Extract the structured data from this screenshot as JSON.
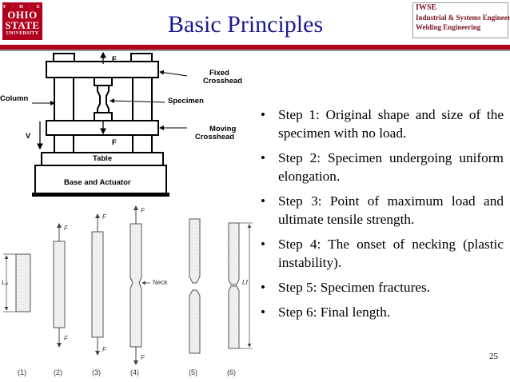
{
  "header": {
    "logo": {
      "line0": "T · H · E",
      "line1": "OHIO",
      "line2": "STATE",
      "line3": "UNIVERSITY"
    },
    "title": "Basic Principles",
    "dept": {
      "line1": "IWSE",
      "line2": "Industrial & Systems Engineering",
      "line3": "Welding Engineering"
    },
    "colors": {
      "brand_red": "#b0001e",
      "title_blue": "#1a1a8c"
    }
  },
  "figure": {
    "top_labels": {
      "force_top": "F",
      "force_bottom": "F",
      "fixed_crosshead": "Fixed\nCrosshead",
      "fixed_crosshead_l1": "Fixed",
      "fixed_crosshead_l2": "Crosshead",
      "column": "Column",
      "specimen": "Specimen",
      "v": "V",
      "moving_crosshead_l1": "Moving",
      "moving_crosshead_l2": "Crosshead",
      "table": "Table",
      "base": "Base and Actuator"
    },
    "stage_labels": {
      "L0": "L₀",
      "Lf": "Lf",
      "neck": "Neck",
      "F": "F",
      "steps": [
        "(1)",
        "(2)",
        "(3)",
        "(4)",
        "(5)",
        "(6)"
      ]
    }
  },
  "bullets": [
    "Step 1: Original shape and size of the specimen with no load.",
    "Step 2: Specimen undergoing uniform elongation.",
    "Step 3: Point of maximum load and ultimate tensile strength.",
    "Step 4: The onset of necking (plastic instability).",
    "Step 5: Specimen fractures.",
    "Step 6: Final length."
  ],
  "bullet_glyph": "•",
  "page_number": "25"
}
